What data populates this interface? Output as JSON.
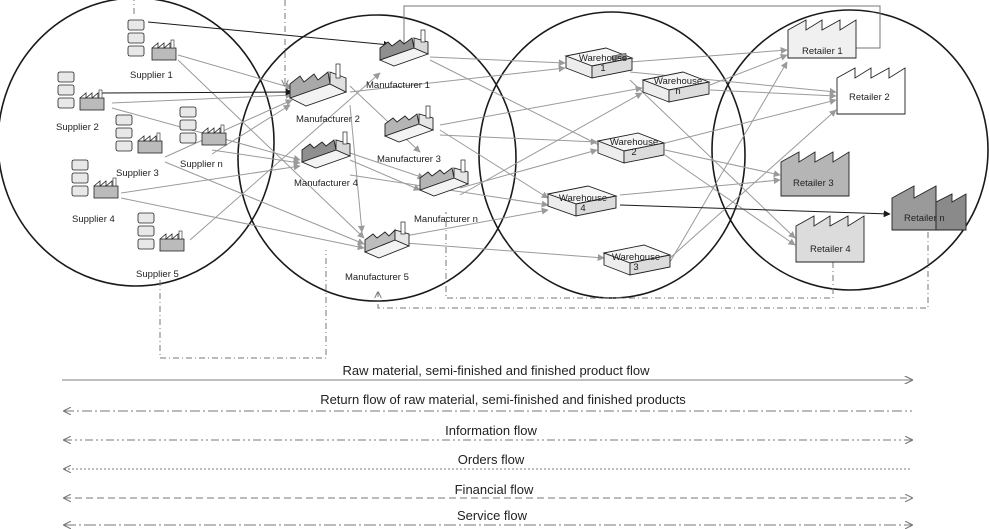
{
  "suppliers": [
    {
      "id": "s1",
      "label": "Supplier 1"
    },
    {
      "id": "s2",
      "label": "Supplier 2"
    },
    {
      "id": "s3",
      "label": "Supplier 3"
    },
    {
      "id": "sn",
      "label": "Supplier n"
    },
    {
      "id": "s4",
      "label": "Supplier 4"
    },
    {
      "id": "s5",
      "label": "Supplier 5"
    }
  ],
  "manufacturers": [
    {
      "id": "m1",
      "label": "Manufacturer 1"
    },
    {
      "id": "m2",
      "label": "Manufacturer 2"
    },
    {
      "id": "m3",
      "label": "Manufacturer 3"
    },
    {
      "id": "m4",
      "label": "Manufacturer 4"
    },
    {
      "id": "mn",
      "label": "Manufacturer n"
    },
    {
      "id": "m5",
      "label": "Manufacturer 5"
    }
  ],
  "warehouses": [
    {
      "id": "w1",
      "line1": "Warehouse",
      "line2": "1"
    },
    {
      "id": "wn",
      "line1": "Warehouse",
      "line2": "n"
    },
    {
      "id": "w2",
      "line1": "Warehouse",
      "line2": "2"
    },
    {
      "id": "w4",
      "line1": "Warehouse",
      "line2": "4"
    },
    {
      "id": "w3",
      "line1": "Warehouse",
      "line2": "3"
    }
  ],
  "retailers": [
    {
      "id": "r1",
      "label": "Retailer 1"
    },
    {
      "id": "r2",
      "label": "Retailer 2"
    },
    {
      "id": "r3",
      "label": "Retailer 3"
    },
    {
      "id": "rn",
      "label": "Retailer n"
    },
    {
      "id": "r4",
      "label": "Retailer 4"
    }
  ],
  "legend": [
    {
      "id": "raw",
      "label": "Raw material, semi-finished and finished product flow"
    },
    {
      "id": "return",
      "label": "Return flow of raw material, semi-finished and finished products"
    },
    {
      "id": "info",
      "label": "Information flow"
    },
    {
      "id": "orders",
      "label": "Orders flow"
    },
    {
      "id": "financial",
      "label": "Financial flow"
    },
    {
      "id": "service",
      "label": "Service flow"
    }
  ],
  "colors": {
    "line": "#1a1a1a",
    "flow": "#999999",
    "dark": "#2a2a2a",
    "fill_light": "#f2f2f2",
    "fill_mid": "#cfcfcf",
    "fill_dark": "#9a9a9a"
  }
}
